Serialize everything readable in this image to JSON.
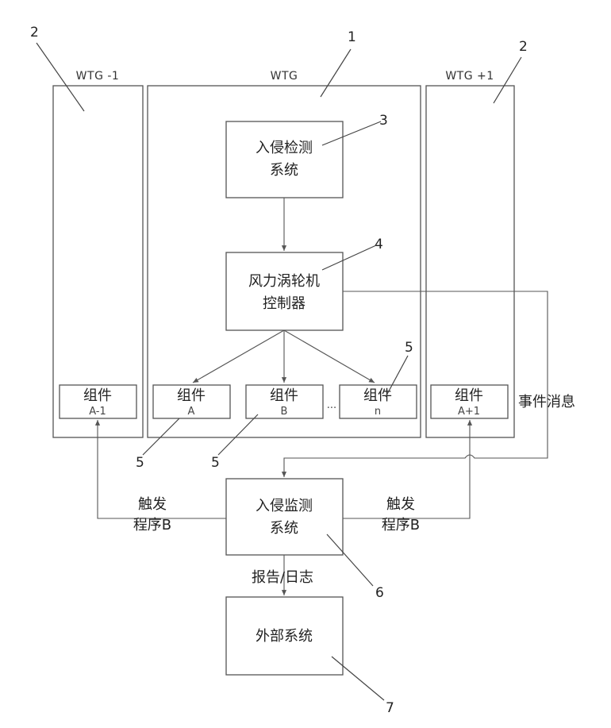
{
  "wtg_labels": {
    "left": "WTG -1",
    "center": "WTG",
    "right": "WTG +1"
  },
  "ref_numbers": {
    "wtg_center": "1",
    "wtg_left": "2",
    "wtg_right": "2",
    "intrusion_detection": "3",
    "controller": "4",
    "component_n": "5",
    "component_a": "5",
    "component_b": "5",
    "intrusion_monitoring": "6",
    "external": "7"
  },
  "boxes": {
    "intrusion_detection": {
      "line1": "入侵检测",
      "line2": "系统"
    },
    "controller": {
      "line1": "风力涡轮机",
      "line2": "控制器"
    },
    "intrusion_monitoring": {
      "line1": "入侵监测",
      "line2": "系统"
    },
    "external": {
      "line1": "外部系统"
    }
  },
  "components": {
    "a_minus_1": {
      "title": "组件",
      "id": "A-1"
    },
    "a": {
      "title": "组件",
      "id": "A"
    },
    "b": {
      "title": "组件",
      "id": "B"
    },
    "ellipsis": "...",
    "n": {
      "title": "组件",
      "id": "n"
    },
    "a_plus_1": {
      "title": "组件",
      "id": "A+1"
    }
  },
  "edge_labels": {
    "event_message": "事件消息",
    "trigger_left_line1": "触发",
    "trigger_left_line2": "程序B",
    "trigger_right_line1": "触发",
    "trigger_right_line2": "程序B",
    "report_log": "报告/日志"
  }
}
